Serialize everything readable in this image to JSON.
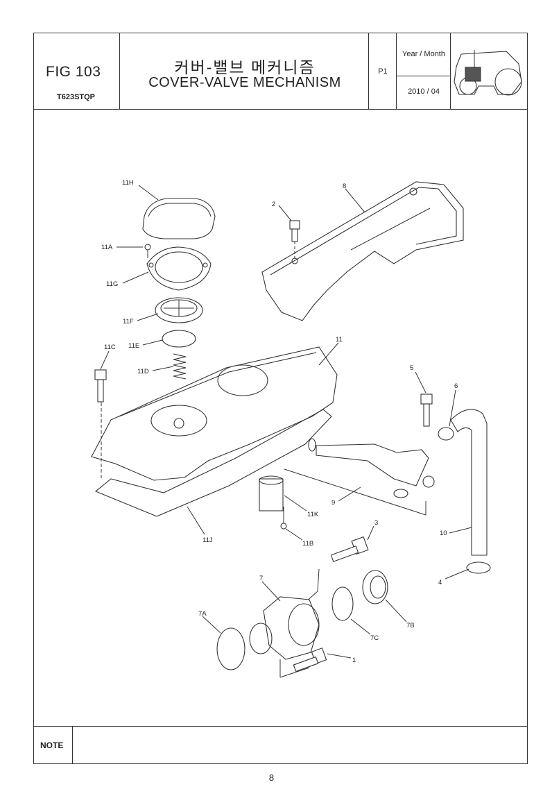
{
  "header": {
    "fig": "FIG 103",
    "model": "T623STQP",
    "title_ko": "커버-밸브 메커니즘",
    "title_en": "COVER-VALVE MECHANISM",
    "page_ref": "P1",
    "year_month_label": "Year / Month",
    "date": "2010 / 04"
  },
  "callouts": {
    "c11H": "11H",
    "c11A": "11A",
    "c11G": "11G",
    "c11F": "11F",
    "c11E": "11E",
    "c11C": "11C",
    "c11D": "11D",
    "c11": "11",
    "c8": "8",
    "c2": "2",
    "c5": "5",
    "c6": "6",
    "c9": "9",
    "c10": "10",
    "c11K": "11K",
    "c11B": "11B",
    "c11J": "11J",
    "c3": "3",
    "c4": "4",
    "c7": "7",
    "c7A": "7A",
    "c7B": "7B",
    "c7C": "7C",
    "c1": "1"
  },
  "footer": {
    "note_label": "NOTE",
    "page_number": "8"
  }
}
